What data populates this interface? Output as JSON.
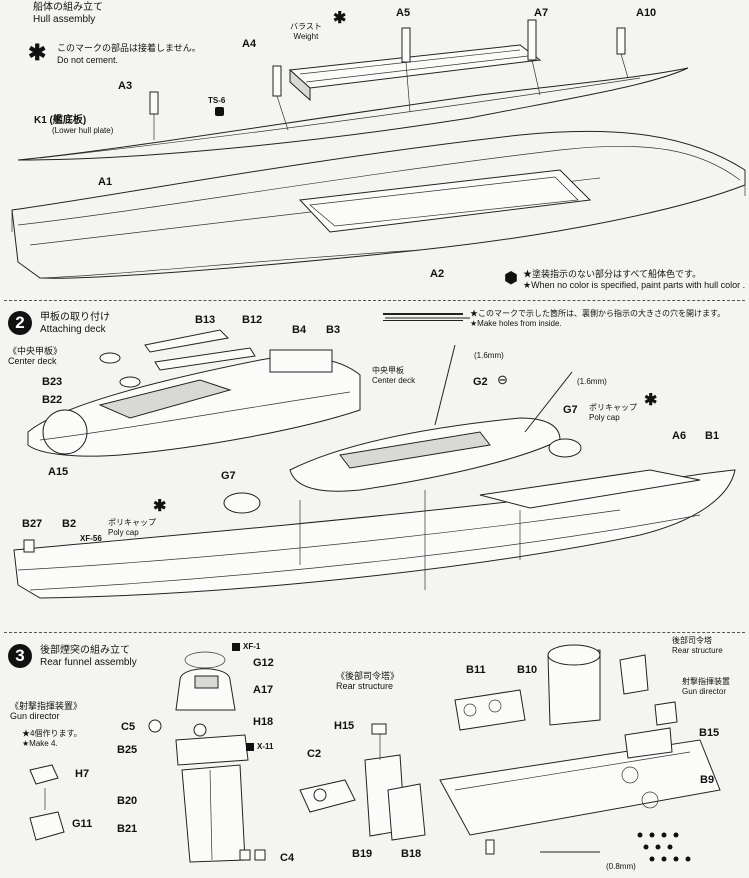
{
  "step1": {
    "title_jp": "船体の組み立て",
    "title_en": "Hull assembly",
    "note_jp": "このマークの部品は接着しません。",
    "note_en": "Do not cement.",
    "weight_jp": "バラスト",
    "weight_en": "Weight",
    "k1_jp": "K1 (艦底板)",
    "k1_en": "(Lower hull plate)",
    "color_note_jp": "★塗装指示のない部分はすべて船体色です。",
    "color_note_en": "★When no color is specified, paint parts with hull color .",
    "parts": [
      "A5",
      "A7",
      "A10",
      "A4",
      "A3",
      "TS-6",
      "A1",
      "A2",
      "K1"
    ]
  },
  "step2": {
    "number": "2",
    "title_jp": "甲板の取り付け",
    "title_en": "Attaching deck",
    "hole_note_jp": "★このマークで示した箇所は、裏側から指示の大きさの穴を開けます。",
    "hole_note_en": "★Make holes from inside.",
    "center_deck_jp": "《中央甲板》",
    "center_deck_en": "Center deck",
    "center_deck2_jp": "中央甲板",
    "center_deck2_en": "Center deck",
    "polycap_jp": "ポリキャップ",
    "polycap_en": "Poly cap",
    "hole1": "(1.6mm)",
    "hole2": "(1.6mm)",
    "parts": [
      "B13",
      "B12",
      "B4",
      "B3",
      "B23",
      "B22",
      "A15",
      "G2",
      "G7",
      "A6",
      "B1",
      "B27",
      "B2",
      "XF-56"
    ]
  },
  "step3": {
    "number": "3",
    "title_jp": "後部煙突の組み立て",
    "title_en": "Rear funnel assembly",
    "gun_director_jp": "《射撃指揮装置》",
    "gun_director_en": "Gun director",
    "make4_jp": "★4個作ります。",
    "make4_en": "★Make 4.",
    "rear_structure_jp": "《後部司令塔》",
    "rear_structure_en": "Rear structure",
    "rear_structure2_jp": "後部司令塔",
    "rear_structure2_en": "Rear structure",
    "gun_director2_jp": "射撃指揮装置",
    "gun_director2_en": "Gun director",
    "hole": "(0.8mm)",
    "parts": [
      "XF-1",
      "G12",
      "A17",
      "H18",
      "C5",
      "B25",
      "X-11",
      "H7",
      "B20",
      "G11",
      "B21",
      "C4",
      "H15",
      "C2",
      "B19",
      "B18",
      "B11",
      "B10",
      "B15",
      "B9"
    ]
  },
  "colors": {
    "ink": "#111111",
    "paper": "#f4f4f1",
    "gray": "#d8d8d4"
  },
  "icons": [
    "no-cement-icon",
    "paint-hex-icon",
    "polycap-icon",
    "drill-icon"
  ]
}
